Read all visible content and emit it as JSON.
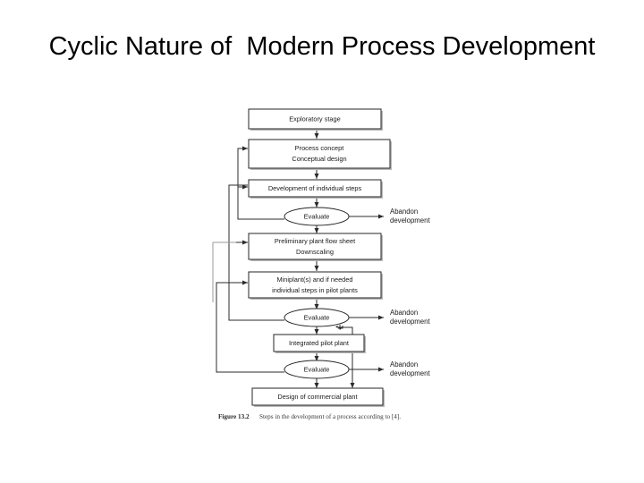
{
  "slide": {
    "title": "Cyclic Nature of  Modern Process Development",
    "background_color": "#ffffff",
    "text_color": "#000000"
  },
  "figure": {
    "caption_label": "Figure 13.2",
    "caption_text": "Steps in the development of a process according to [4].",
    "nodes": [
      {
        "id": "exploratory",
        "type": "box",
        "lines": [
          "Exploratory stage"
        ]
      },
      {
        "id": "process-concept",
        "type": "box",
        "lines": [
          "Process concept",
          "Conceptual design"
        ]
      },
      {
        "id": "development-steps",
        "type": "box",
        "lines": [
          "Development of individual steps"
        ]
      },
      {
        "id": "evaluate-1",
        "type": "ellipse",
        "lines": [
          "Evaluate"
        ]
      },
      {
        "id": "preliminary-flow-sheet",
        "type": "box",
        "lines": [
          "Preliminary plant flow sheet",
          "Downscaling"
        ]
      },
      {
        "id": "miniplant",
        "type": "box",
        "lines": [
          "Miniplant(s) and if needed",
          "individual steps in pilot plants"
        ]
      },
      {
        "id": "evaluate-2",
        "type": "ellipse",
        "lines": [
          "Evaluate"
        ]
      },
      {
        "id": "integrated-pilot-plant",
        "type": "box",
        "lines": [
          "Integrated pilot plant"
        ]
      },
      {
        "id": "evaluate-3",
        "type": "ellipse",
        "lines": [
          "Evaluate"
        ]
      },
      {
        "id": "commercial-plant",
        "type": "box",
        "lines": [
          "Design of commercial plant"
        ]
      }
    ],
    "side_labels": [
      {
        "id": "abandon-1",
        "lines": [
          "Abandon",
          "development"
        ]
      },
      {
        "id": "abandon-2",
        "lines": [
          "Abandon",
          "development"
        ]
      },
      {
        "id": "abandon-3",
        "lines": [
          "Abandon",
          "development"
        ]
      }
    ],
    "colors": {
      "stroke": "#262626",
      "connector": "#2b2b2b",
      "text": "#1a1a1a",
      "shadow": "#b9b9b9",
      "fill": "#ffffff"
    }
  }
}
